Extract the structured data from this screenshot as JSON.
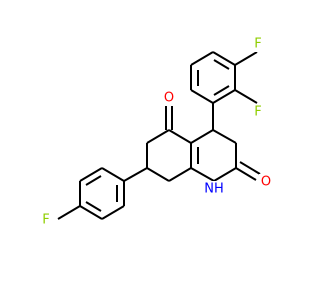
{
  "molecule": {
    "atoms": [
      {
        "id": "F_ring_top",
        "symbol": "F",
        "color": "#8fce00"
      },
      {
        "id": "F_ring_ortho",
        "symbol": "F",
        "color": "#8fce00"
      },
      {
        "id": "O_ketone",
        "symbol": "O",
        "color": "#ff0000"
      },
      {
        "id": "O_amide",
        "symbol": "O",
        "color": "#ff0000"
      },
      {
        "id": "N_amide",
        "symbol": "NH",
        "color": "#0000ff"
      },
      {
        "id": "F_para",
        "symbol": "F",
        "color": "#8fce00"
      }
    ],
    "bond_color": "#000000"
  }
}
